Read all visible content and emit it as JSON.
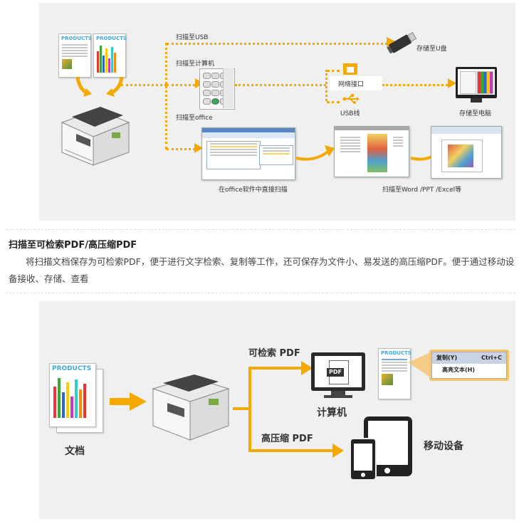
{
  "diagram1": {
    "products_label": "PRODUCTS",
    "scan_usb": "扫描至USB",
    "store_udisk": "存储至U盘",
    "scan_computer": "扫描至计算机",
    "network_port": "网络接口",
    "usb_cable": "USB线",
    "store_pc": "存储至电脑",
    "scan_office": "扫描至office",
    "office_direct": "在office软件中直接扫描",
    "scan_word": "扫描至Word /PPT /Excel等"
  },
  "section": {
    "heading": "扫描至可检索PDF/高压缩PDF",
    "paragraph": "将扫描文档保存为可检索PDF，便于进行文字检索、复制等工作，还可保存为文件小、易发送的高压缩PDF。便于通过移动设备接收、存储、查看"
  },
  "diagram2": {
    "products_label": "PRODUCTS",
    "doc_label": "文档",
    "searchable_pdf": "可检索 PDF",
    "pdf_icon_text": "PDF",
    "computer": "计算机",
    "compressed_pdf": "高压缩 PDF",
    "mobile": "移动设备",
    "menu_copy": "复制(Y)",
    "menu_shortcut": "Ctrl+C",
    "menu_highlight": "高亮文本(H)"
  },
  "colors": {
    "accent": "#f5a800",
    "panel_bg": "#f0f0f0",
    "products_blue": "#3fa9d8"
  }
}
